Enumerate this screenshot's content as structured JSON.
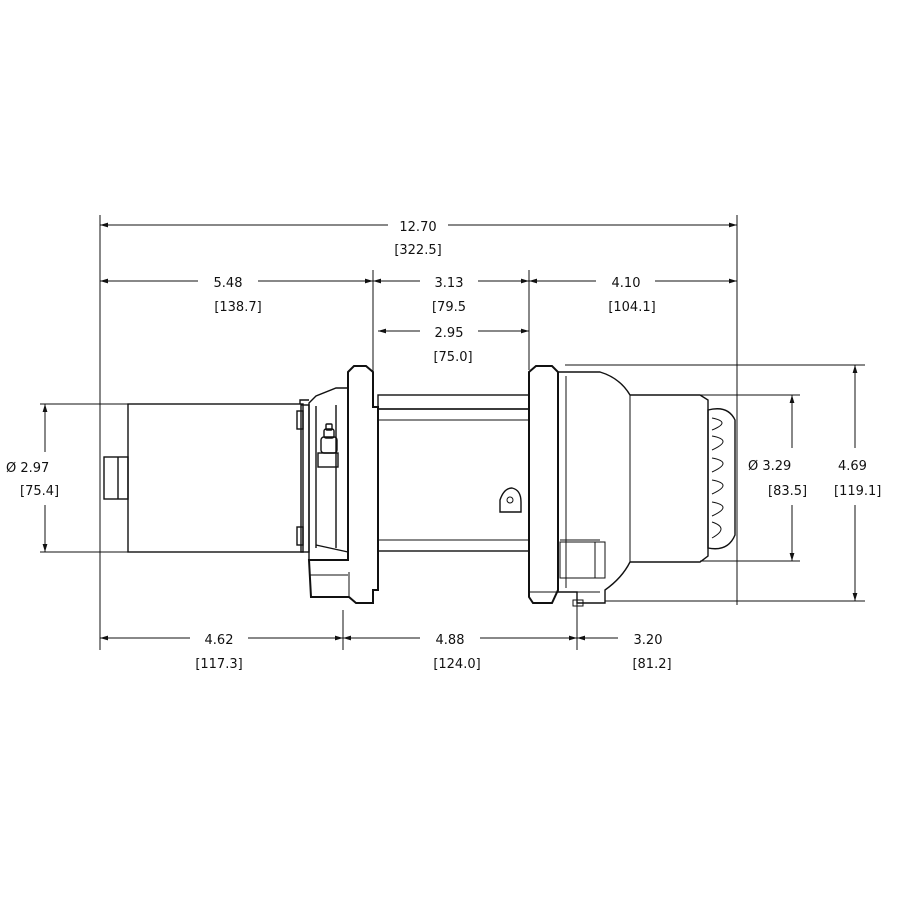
{
  "dimensions": {
    "overall_length": {
      "in": "12.70",
      "mm": "[322.5]"
    },
    "motor_length": {
      "in": "5.48",
      "mm": "[138.7]"
    },
    "drum_span": {
      "in": "3.13",
      "mm": "[79.5"
    },
    "brake_length": {
      "in": "4.10",
      "mm": "[104.1]"
    },
    "drum_length": {
      "in": "2.95",
      "mm": "[75.0]"
    },
    "motor_diameter": {
      "in": "Ø 2.97",
      "mm": "[75.4]"
    },
    "brake_diameter": {
      "in": "Ø 3.29",
      "mm": "[83.5]"
    },
    "overall_height": {
      "in": "4.69",
      "mm": "[119.1]"
    },
    "motor_to_mount": {
      "in": "4.62",
      "mm": "[117.3]"
    },
    "mount_spacing": {
      "in": "4.88",
      "mm": "[124.0]"
    },
    "mount_to_end": {
      "in": "3.20",
      "mm": "[81.2]"
    }
  }
}
